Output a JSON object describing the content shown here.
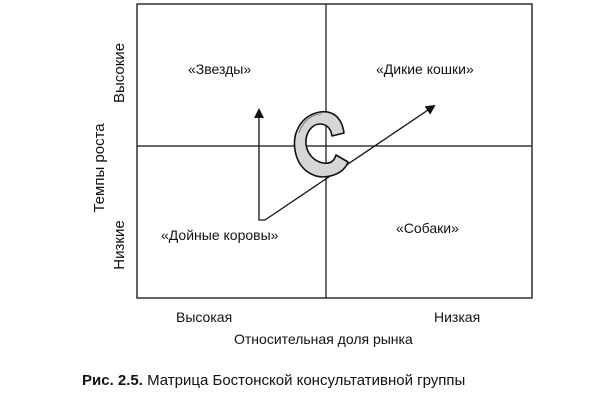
{
  "axes": {
    "y_title": "Темпы роста",
    "y_high": "Высокие",
    "y_low": "Низкие",
    "x_title": "Относительная доля рынка",
    "x_high": "Высокая",
    "x_low": "Низкая"
  },
  "quadrants": {
    "top_left": "«Звезды»",
    "top_right": "«Дикие кошки»",
    "bottom_left": "«Дойные коровы»",
    "bottom_right": "«Собаки»"
  },
  "caption": {
    "prefix": "Рис. 2.5.",
    "text": "Матрица Бостонской консультативной группы"
  },
  "colors": {
    "line": "#111111",
    "logo_fill": "#d6d6d6"
  }
}
